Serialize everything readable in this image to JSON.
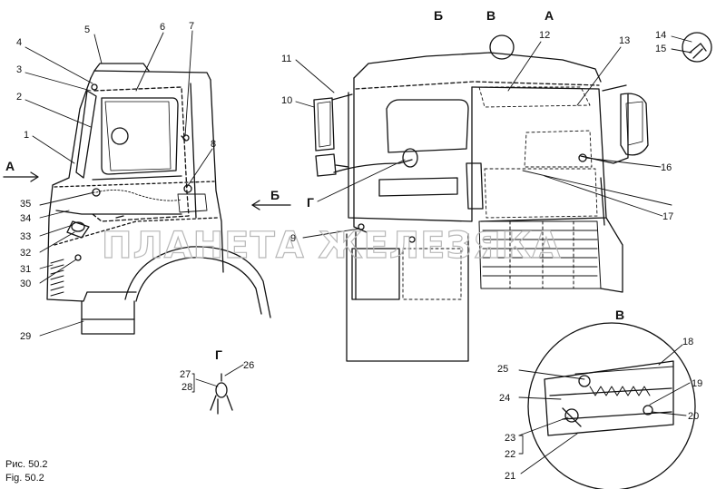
{
  "callouts": {
    "n1": "1",
    "n2": "2",
    "n3": "3",
    "n4": "4",
    "n5": "5",
    "n6": "6",
    "n7": "7",
    "n8": "8",
    "n9": "9",
    "n10": "10",
    "n11": "11",
    "n12": "12",
    "n13": "13",
    "n14": "14",
    "n15": "15",
    "n16": "16",
    "n17": "17",
    "n18": "18",
    "n19": "19",
    "n20": "20",
    "n21": "21",
    "n22": "22",
    "n23": "23",
    "n24": "24",
    "n25": "25",
    "n26": "26",
    "n27": "27",
    "n28": "28",
    "n29": "29",
    "n30": "30",
    "n31": "31",
    "n32": "32",
    "n33": "33",
    "n34": "34",
    "n35": "35"
  },
  "views": {
    "a_left": "А",
    "b_left": "Б",
    "g_left": "Г",
    "b_top": "Б",
    "v_top": "В",
    "a_top": "А",
    "v_detail": "В",
    "g_detail": "Г"
  },
  "watermark": "ПЛАНЕТА ЖЕЛЕЗЯКА",
  "caption": {
    "ru": "Рис. 50.2",
    "en": "Fig. 50.2"
  }
}
